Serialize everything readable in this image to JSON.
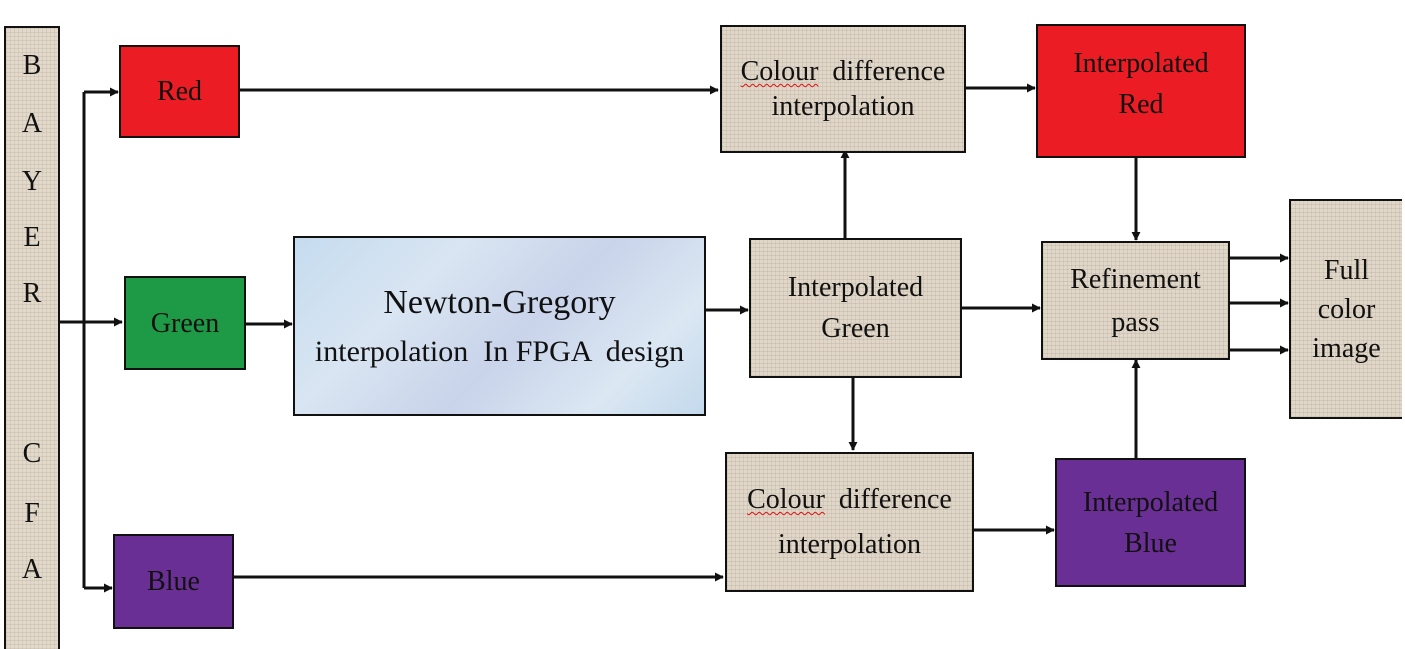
{
  "bayer_cfa": {
    "letters": [
      "B",
      "A",
      "Y",
      "E",
      "R",
      "C",
      "F",
      "A"
    ]
  },
  "nodes": {
    "red": "Red",
    "green": "Green",
    "blue": "Blue",
    "newton": {
      "line1": "Newton-Gregory",
      "line2": "interpolation  In FPGA  design"
    },
    "cdi_top": {
      "word1": "Colour",
      "word2": "difference",
      "line2": "interpolation"
    },
    "cdi_bottom": {
      "word1": "Colour",
      "word2": "difference",
      "line2": "interpolation"
    },
    "interp_red": {
      "line1": "Interpolated",
      "line2": "Red"
    },
    "interp_green": {
      "line1": "Interpolated",
      "line2": "Green"
    },
    "interp_blue": {
      "line1": "Interpolated",
      "line2": "Blue"
    },
    "refinement": {
      "line1": "Refinement",
      "line2": "pass"
    },
    "output": {
      "line1": "Full",
      "line2": "color",
      "line3": "image"
    }
  },
  "colors": {
    "red": "#ec1c24",
    "green": "#1e9a46",
    "purple": "#6a2f95",
    "burlap": "#e0d7c9",
    "newton": "#c9dcef"
  }
}
